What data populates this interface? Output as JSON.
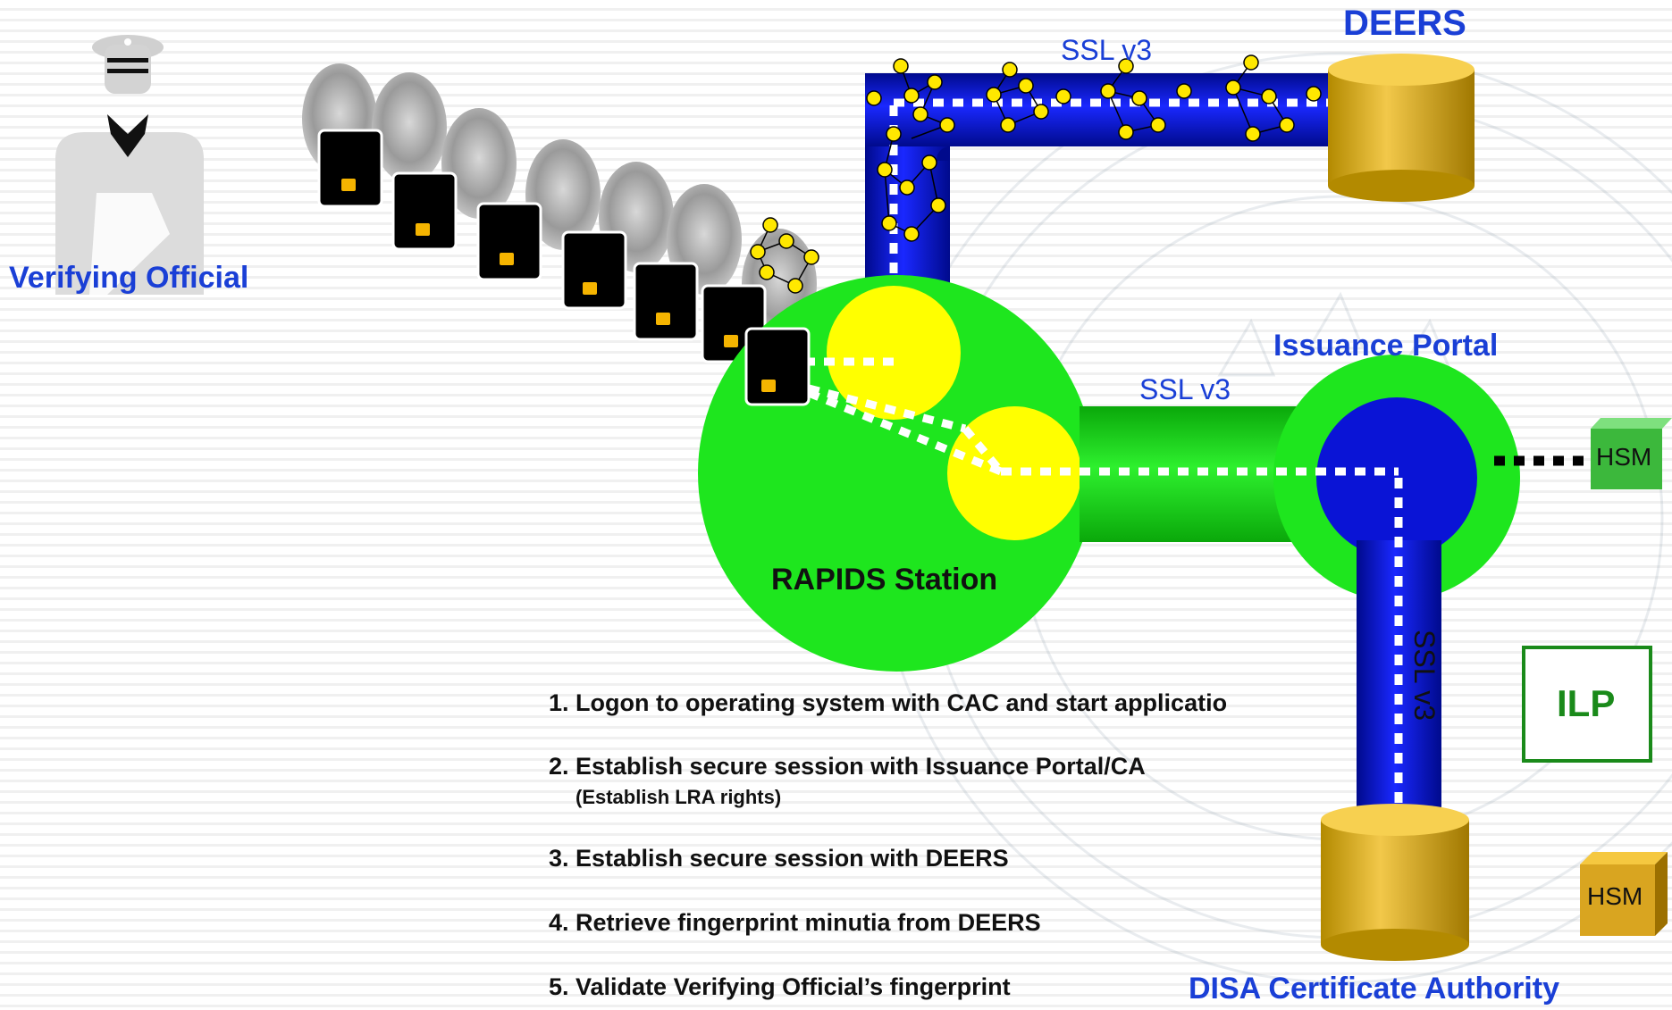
{
  "nodes": {
    "verifying_official": "Verifying Official",
    "deers": "DEERS",
    "issuance_portal": "Issuance Portal",
    "rapids_station": "RAPIDS Station",
    "hsm_top": "HSM",
    "hsm_bottom": "HSM",
    "ilp": "ILP",
    "disa_ca": "DISA Certificate Authority"
  },
  "links": {
    "ssl_top": "SSL v3",
    "ssl_middle": "SSL v3",
    "ssl_vertical": "SSL v3"
  },
  "steps": [
    {
      "text": "1. Logon to operating system with CAC and start applicatio",
      "note": ""
    },
    {
      "text": "2. Establish secure session with Issuance Portal/CA",
      "note": "(Establish LRA rights)"
    },
    {
      "text": "3. Establish secure session with DEERS",
      "note": ""
    },
    {
      "text": "4. Retrieve fingerprint minutia from DEERS",
      "note": ""
    },
    {
      "text": "5. Validate Verifying Official’s fingerprint",
      "note": ""
    }
  ],
  "colors": {
    "label_blue": "#1a3fd6",
    "pipe_blue": "#0a14c8",
    "station_green": "#1ee61e",
    "highlight_yellow": "#ffff00",
    "cylinder_gold": "#e0b820",
    "ilp_border": "#1a8a1a"
  }
}
